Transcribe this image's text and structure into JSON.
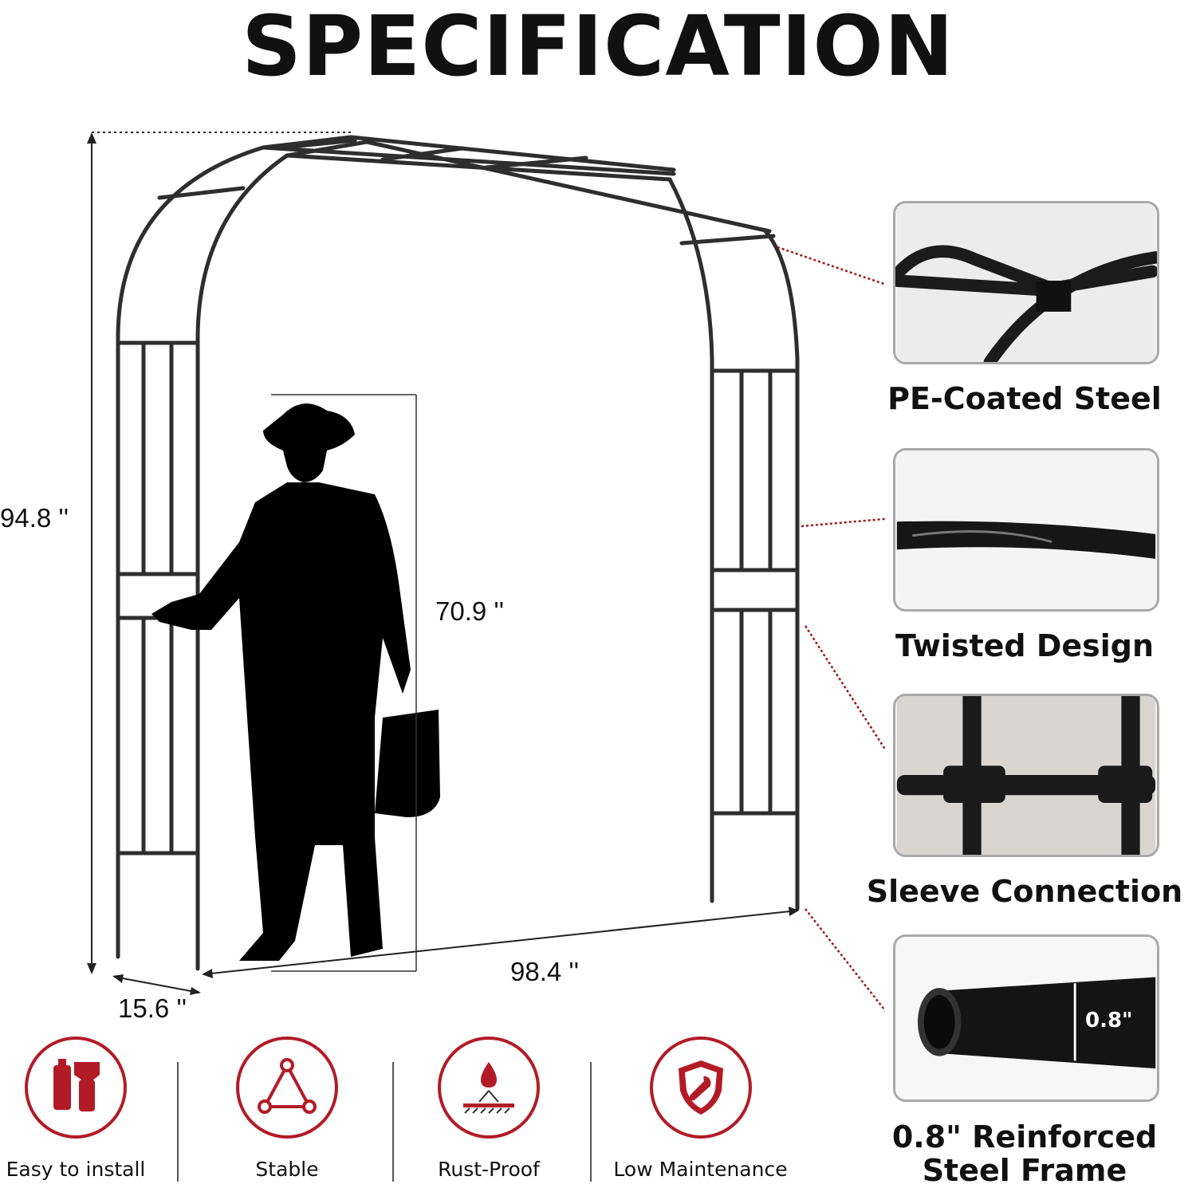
{
  "title": "SPECIFICATION",
  "dimensions": {
    "height": "94.8 ''",
    "person_height": "70.9 ''",
    "width": "98.4 ''",
    "depth": "15.6 ''"
  },
  "details": [
    {
      "label": "PE-Coated Steel"
    },
    {
      "label": "Twisted Design"
    },
    {
      "label": "Sleeve Connection"
    },
    {
      "label_line1": "0.8\" Reinforced",
      "label_line2": "Steel Frame",
      "pipe_size": "0.8\""
    }
  ],
  "features": [
    {
      "label": "Easy to install",
      "icon": "tools-icon"
    },
    {
      "label": "Stable",
      "icon": "triangle-icon"
    },
    {
      "label": "Rust-Proof",
      "icon": "rust-proof-icon"
    },
    {
      "label": "Low Maintenance",
      "icon": "shield-wrench-icon"
    }
  ],
  "colors": {
    "accent": "#b21b26",
    "frame": "#2e2e2e",
    "leader": "#a01818"
  }
}
